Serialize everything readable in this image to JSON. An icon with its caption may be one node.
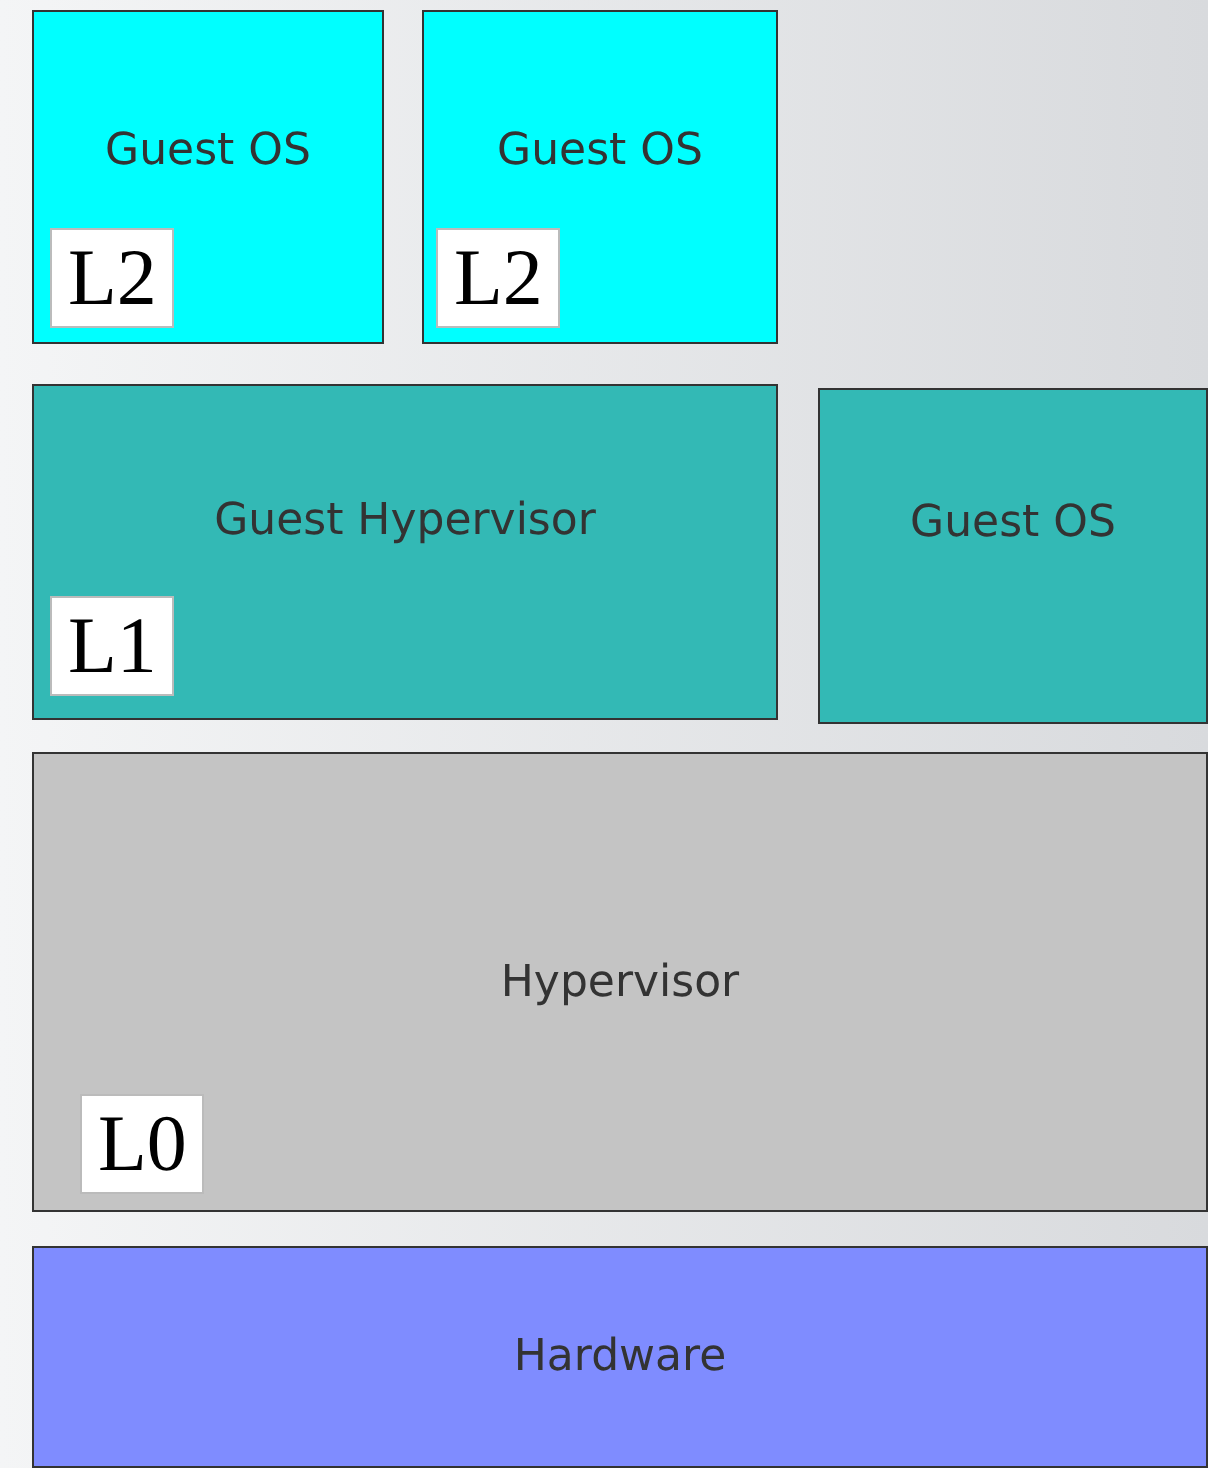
{
  "diagram": {
    "nodes": [
      {
        "text": [
          "Guest OS",
          "L2"
        ]
      },
      {
        "text": [
          "Guest OS",
          "L2"
        ]
      },
      {
        "text": [
          "Guest Hypervisor",
          "L1"
        ]
      },
      {
        "text": [
          "Guest OS"
        ]
      },
      {
        "text": [
          "Hypervisor",
          "L0"
        ]
      },
      {
        "text": [
          "Hardware"
        ]
      }
    ]
  }
}
